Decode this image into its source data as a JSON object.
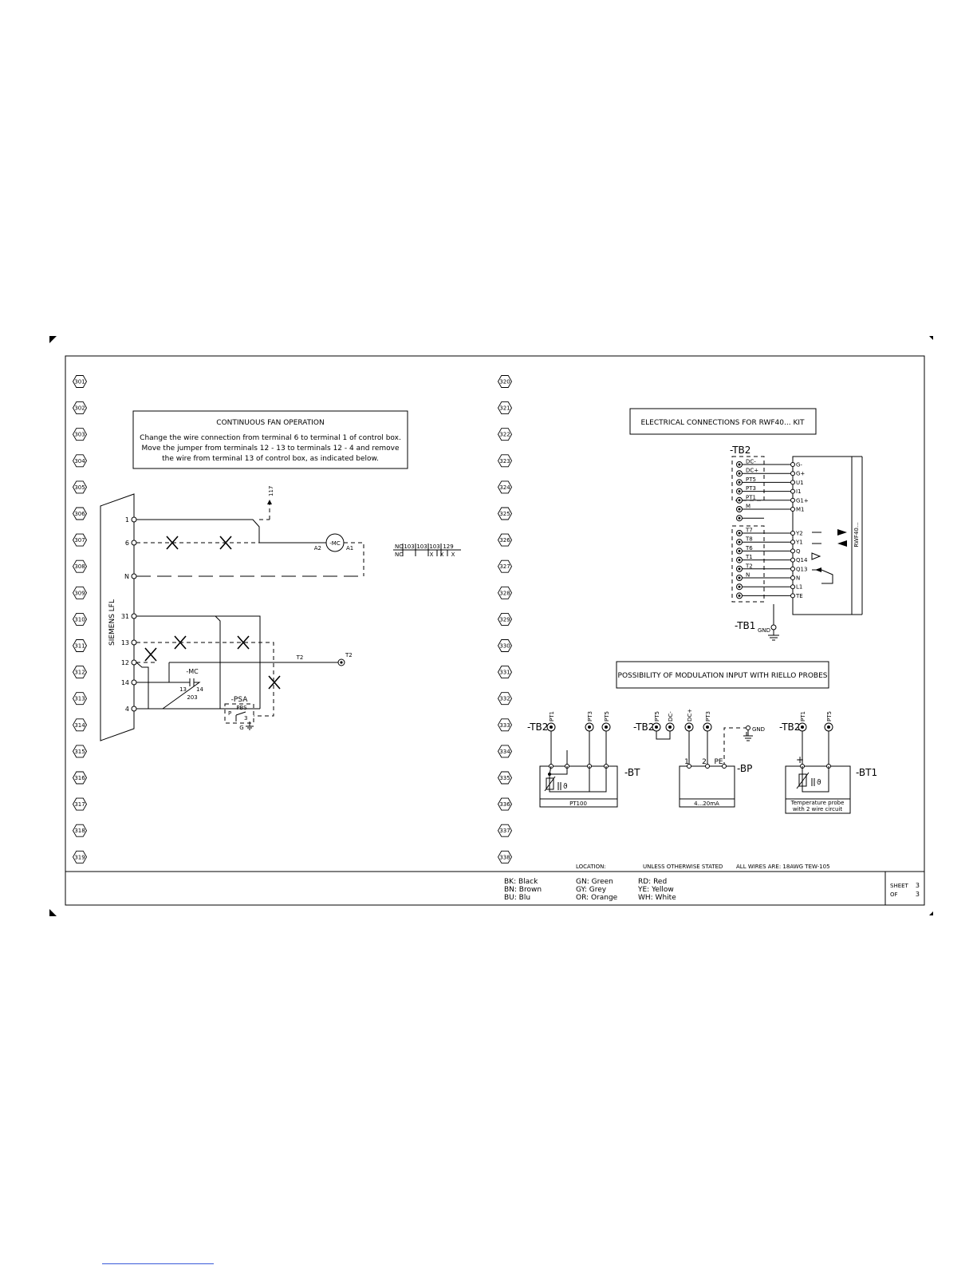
{
  "left_column_refs": [
    "301",
    "302",
    "303",
    "304",
    "305",
    "306",
    "307",
    "308",
    "309",
    "310",
    "311",
    "312",
    "313",
    "314",
    "315",
    "316",
    "317",
    "318",
    "319"
  ],
  "right_column_refs": [
    "320",
    "321",
    "322",
    "323",
    "324",
    "325",
    "326",
    "327",
    "328",
    "329",
    "330",
    "331",
    "332",
    "333",
    "334",
    "335",
    "336",
    "337",
    "338"
  ],
  "fan_note": {
    "title": "CONTINUOUS FAN OPERATION",
    "lines": [
      "Change the wire connection from terminal 6 to terminal 1 of control box.",
      "Move the jumper from terminals 12 - 13 to terminals 12 - 4 and remove",
      "the wire from terminal 13 of control box, as indicated below."
    ]
  },
  "control_box": {
    "label": "SIEMENS LFL",
    "terminals": [
      "1",
      "6",
      "N",
      "31",
      "13",
      "12",
      "14",
      "4"
    ]
  },
  "fan_circuit": {
    "ref_117": "117",
    "motor": "-MC",
    "a2": "A2",
    "a1": "A1",
    "contact": "-MC",
    "contact_13": "13",
    "contact_14": "14",
    "contact_ref": "203",
    "psa": "-PSA",
    "psa_code": "PBS",
    "psa_p": "P",
    "psa_3": "3",
    "psa_g": "G",
    "t2_wire": "T2",
    "t2_term": "T2"
  },
  "contact_table": {
    "no": "NO",
    "nc": "NC",
    "cols": [
      "103",
      "103",
      "103",
      "129"
    ],
    "x": "X"
  },
  "rwf_title": "ELECTRICAL CONNECTIONS FOR RWF40... KIT",
  "rwf": {
    "tb2": "-TB2",
    "tb1": "-TB1",
    "module": "RWF40...",
    "gnd": "GND",
    "tb2_labels": [
      "DC-",
      "DC+",
      "PT5",
      "PT3",
      "PT1",
      "M",
      ""
    ],
    "tb1_labels": [
      "T7",
      "T8",
      "T6",
      "T1",
      "T2",
      "N",
      "",
      ""
    ],
    "pins_top": [
      "G-",
      "G+",
      "U1",
      "I1",
      "G1+",
      "M1"
    ],
    "pins_bottom": [
      "Y2",
      "Y1",
      "Q",
      "Q14",
      "Q13",
      "N",
      "L1",
      "TE"
    ]
  },
  "probes_title": "POSSIBILITY OF MODULATION INPUT WITH RIELLO PROBES",
  "probes": {
    "bt": {
      "tb": "-TB2",
      "pins": [
        "PT1",
        "PT3",
        "PT5"
      ],
      "name": "-BT",
      "caption": "PT100",
      "theta": "ϑ"
    },
    "bp": {
      "tb": "-TB2",
      "pins": [
        "PT5",
        "DC-",
        "DC+",
        "PT3"
      ],
      "gnd": "GND",
      "nums": [
        "1",
        "2",
        "PE"
      ],
      "name": "-BP",
      "caption": "4...20mA"
    },
    "bt1": {
      "tb": "-TB2",
      "pins": [
        "PT1",
        "PT5"
      ],
      "plus": "+",
      "name": "-BT1",
      "caption_lines": [
        "Temperature probe",
        "with 2 wire circuit"
      ],
      "theta": "ϑ"
    }
  },
  "notes": {
    "location": "LOCATION:",
    "unless": "UNLESS OTHERWISE STATED",
    "wires": "ALL WIRES ARE: 18AWG  TEW-105"
  },
  "legend": [
    [
      "BK: Black",
      "GN: Green",
      "RD: Red"
    ],
    [
      "BN: Brown",
      "GY: Grey",
      "YE: Yellow"
    ],
    [
      "BU: Blu",
      "OR: Orange",
      "WH: White"
    ]
  ],
  "sheet": {
    "sheet_label": "SHEET",
    "sheet_num": "3",
    "of_label": "OF",
    "of_num": "3"
  }
}
